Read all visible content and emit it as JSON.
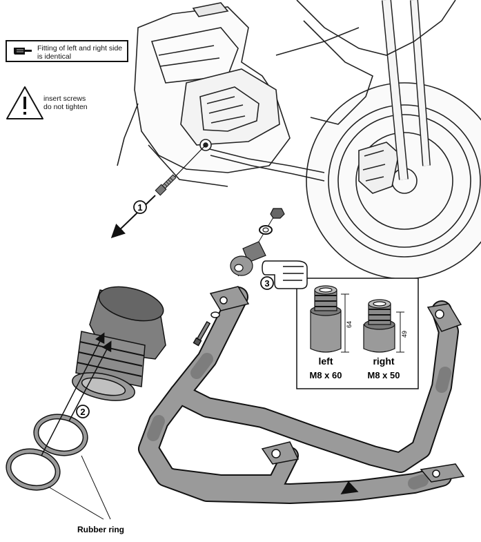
{
  "notes": {
    "fitting": {
      "line1": "Fitting of left and right side",
      "line2": "is identical",
      "icon": "pointing-hand-icon"
    },
    "warning": {
      "line1": "insert screws",
      "line2": "do not tighten",
      "icon": "warning-triangle-icon"
    }
  },
  "steps": [
    "1",
    "2",
    "3"
  ],
  "detail": {
    "left": {
      "label": "left",
      "spec": "M8 x 60",
      "dimension": "64"
    },
    "right": {
      "label": "right",
      "spec": "M8 x 50",
      "dimension": "49"
    }
  },
  "callout": {
    "rubber_ring": "Rubber ring"
  },
  "colors": {
    "part_gray": "#9a9a9a",
    "part_gray_dark": "#7d7d7d",
    "line": "#111111"
  }
}
